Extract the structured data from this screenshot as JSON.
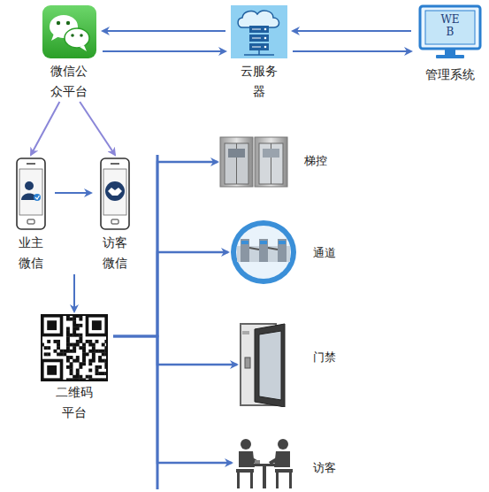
{
  "diagram": {
    "nodes": [
      {
        "text": [
          "微信公 众平台"
        ]
      },
      {
        "text": [
          "云服务 器"
        ]
      },
      {
        "text": [
          "WE B",
          "管理系统"
        ]
      },
      {
        "text": [
          "业主 微信"
        ]
      },
      {
        "text": [
          "访客 微信"
        ]
      },
      {
        "text": [
          "二维码 平台"
        ]
      },
      {
        "text": [
          "梯控"
        ]
      },
      {
        "text": [
          "通道"
        ]
      },
      {
        "text": [
          "门禁"
        ]
      },
      {
        "text": [
          "访客"
        ]
      }
    ],
    "edges": [
      {
        "from": 1,
        "to": 0,
        "arrow": "to"
      },
      {
        "from": 0,
        "to": 1,
        "arrow": "to"
      },
      {
        "from": 2,
        "to": 1,
        "arrow": "to"
      },
      {
        "from": 1,
        "to": 2,
        "arrow": "to"
      },
      {
        "from": 0,
        "to": 3,
        "arrow": "to"
      },
      {
        "from": 0,
        "to": 4,
        "arrow": "to"
      },
      {
        "from": 3,
        "to": 4,
        "arrow": "to"
      },
      {
        "from": 3,
        "to": 5,
        "arrow": "to"
      },
      {
        "from": 5,
        "to": 6,
        "arrow": "to"
      },
      {
        "from": 5,
        "to": 7,
        "arrow": "to"
      },
      {
        "from": 5,
        "to": 8,
        "arrow": "to"
      },
      {
        "from": 5,
        "to": 9,
        "arrow": "to"
      }
    ]
  }
}
